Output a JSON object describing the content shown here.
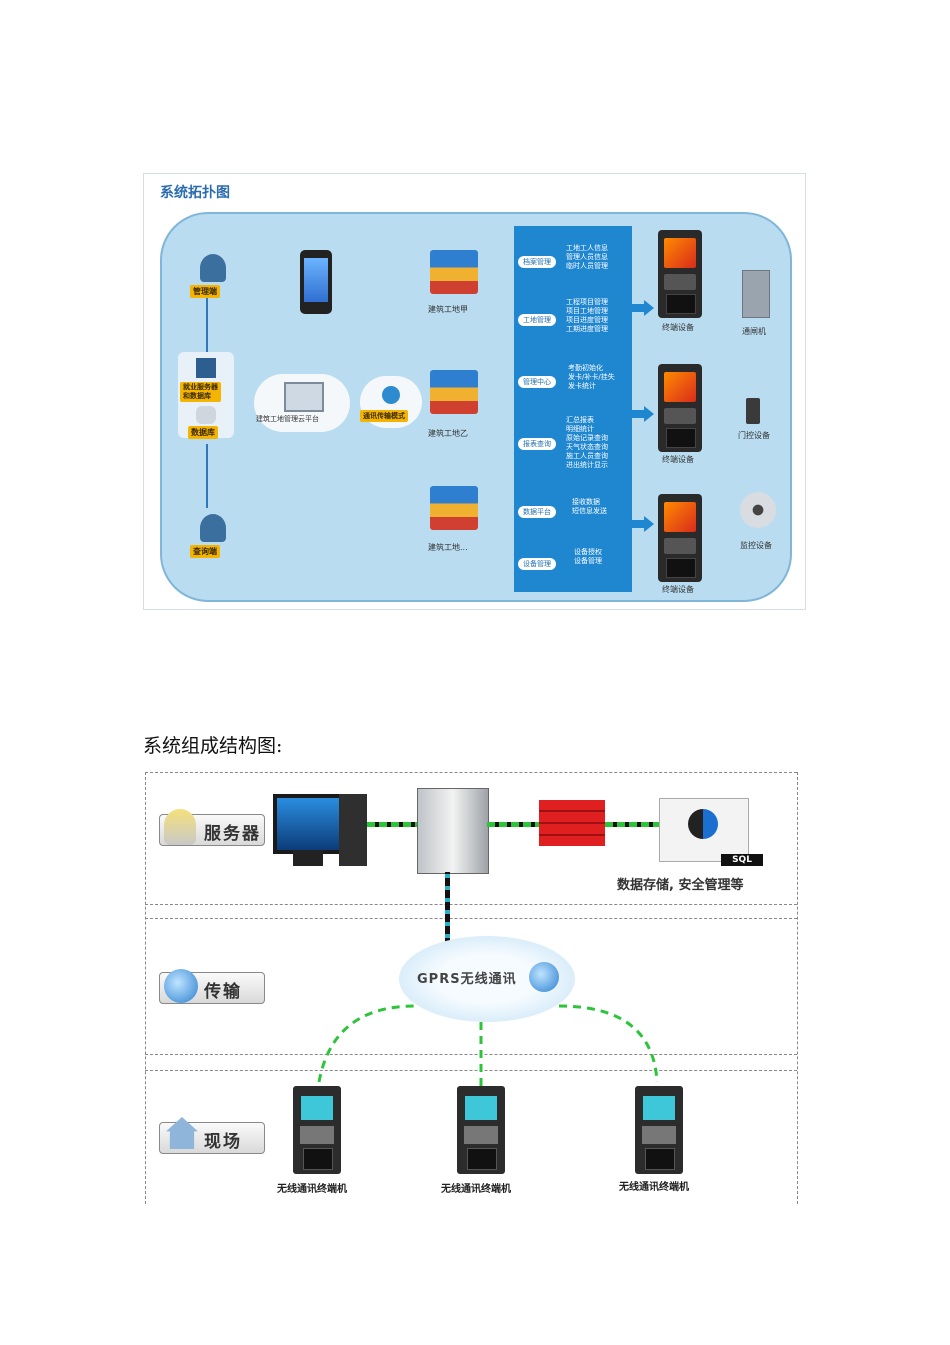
{
  "topology": {
    "title": "系统拓扑图",
    "left": {
      "admin_label": "管理端",
      "server_label": "就业服务器\n和数据库",
      "database_label": "数据库",
      "query_label": "查询端"
    },
    "platform_label": "建筑工地管理云平台",
    "comm_label": "通讯传输模式",
    "sites": [
      "建筑工地甲",
      "建筑工地乙",
      "建筑工地..."
    ],
    "modules": [
      {
        "name": "档案管理",
        "lines": "工地工人信息\n管理人员信息\n临时人员管理"
      },
      {
        "name": "工地管理",
        "lines": "工程项目管理\n项目工地管理\n项目进度管理\n工期进度管理"
      },
      {
        "name": "管理中心",
        "lines": "考勤初始化\n发卡/补卡/挂失\n发卡统计"
      },
      {
        "name": "报表查询",
        "lines": "汇总报表\n明细统计\n原始记录查询\n天气状态查询\n施工人员查询\n进出统计显示"
      },
      {
        "name": "数据平台",
        "lines": "接收数据\n短信息发送"
      },
      {
        "name": "设备管理",
        "lines": "设备授权\n设备管理"
      }
    ],
    "terminal_label": "终端设备",
    "right": {
      "gate_label": "通闸机",
      "door_label": "门控设备",
      "camera_label": "监控设备"
    }
  },
  "caption": "系统组成结构图:",
  "composition": {
    "bands": [
      {
        "label": "服务器"
      },
      {
        "label": "传输"
      },
      {
        "label": "现场"
      }
    ],
    "sql_badge": "SQL",
    "storage_text": "数据存储, 安全管理等",
    "cloud_text": "GPRS无线通讯",
    "terminals": [
      "无线通讯终端机",
      "无线通讯终端机",
      "无线通讯终端机"
    ]
  },
  "colors": {
    "accent_blue": "#1f86d0",
    "panel_blue": "#b9dcf0",
    "label_yellow": "#f4b400",
    "green_link": "#2dc43a"
  }
}
